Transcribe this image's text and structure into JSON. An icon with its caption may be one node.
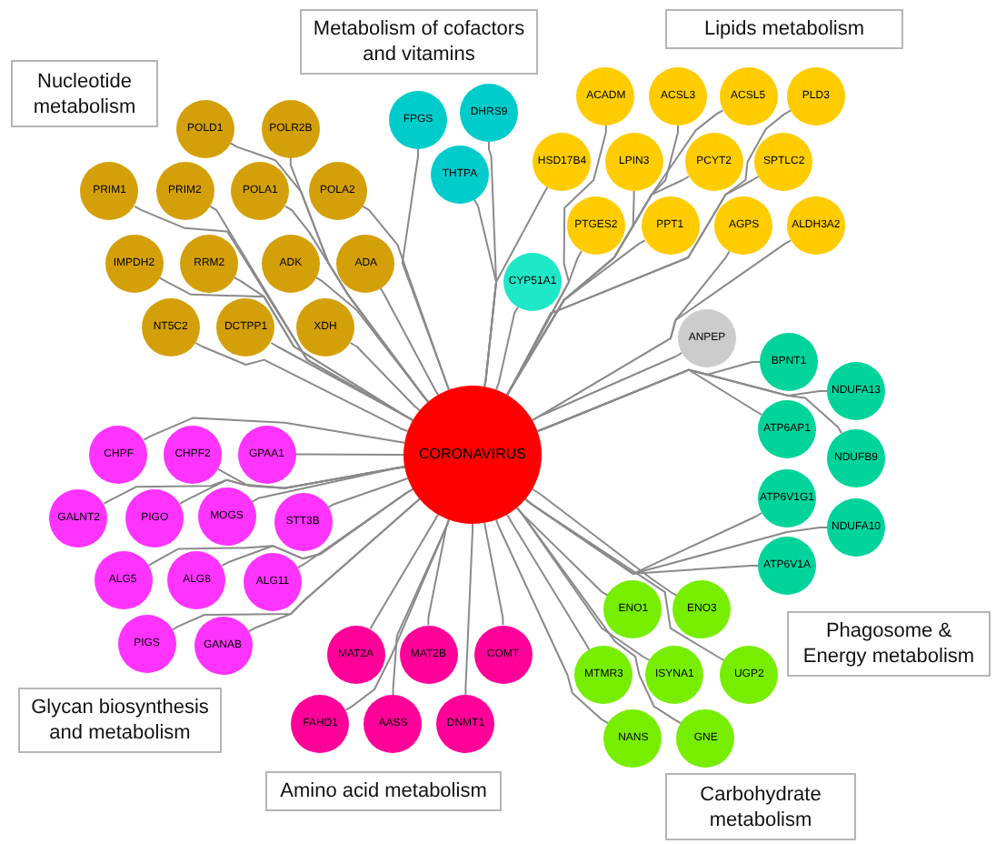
{
  "diagram": {
    "nodes": [
      {
        "text": [
          "CORONAVIRUS"
        ]
      },
      {
        "text": [
          "Nucleotide metabolism"
        ]
      },
      {
        "text": [
          "POLD1"
        ]
      },
      {
        "text": [
          "POLR2B"
        ]
      },
      {
        "text": [
          "PRIM1"
        ]
      },
      {
        "text": [
          "PRIM2"
        ]
      },
      {
        "text": [
          "POLA1"
        ]
      },
      {
        "text": [
          "POLA2"
        ]
      },
      {
        "text": [
          "IMPDH2"
        ]
      },
      {
        "text": [
          "RRM2"
        ]
      },
      {
        "text": [
          "ADK"
        ]
      },
      {
        "text": [
          "ADA"
        ]
      },
      {
        "text": [
          "NT5C2"
        ]
      },
      {
        "text": [
          "DCTPP1"
        ]
      },
      {
        "text": [
          "XDH"
        ]
      },
      {
        "text": [
          "Metabolism of cofactors and vitamins"
        ]
      },
      {
        "text": [
          "FPGS"
        ]
      },
      {
        "text": [
          "DHRS9"
        ]
      },
      {
        "text": [
          "THTPA"
        ]
      },
      {
        "text": [
          "Lipids metabolism"
        ]
      },
      {
        "text": [
          "ACADM"
        ]
      },
      {
        "text": [
          "ACSL3"
        ]
      },
      {
        "text": [
          "ACSL5"
        ]
      },
      {
        "text": [
          "PLD3"
        ]
      },
      {
        "text": [
          "HSD17B4"
        ]
      },
      {
        "text": [
          "LPIN3"
        ]
      },
      {
        "text": [
          "PCYT2"
        ]
      },
      {
        "text": [
          "SPTLC2"
        ]
      },
      {
        "text": [
          "PTGES2"
        ]
      },
      {
        "text": [
          "PPT1"
        ]
      },
      {
        "text": [
          "AGPS"
        ]
      },
      {
        "text": [
          "ALDH3A2"
        ]
      },
      {
        "text": [
          "CYP51A1"
        ]
      },
      {
        "text": [
          "ANPEP"
        ]
      },
      {
        "text": [
          "BPNT1"
        ]
      },
      {
        "text": [
          "NDUFA13"
        ]
      },
      {
        "text": [
          "ATP6AP1"
        ]
      },
      {
        "text": [
          "NDUFB9"
        ]
      },
      {
        "text": [
          "ATP6V1G1"
        ]
      },
      {
        "text": [
          "NDUFA10"
        ]
      },
      {
        "text": [
          "ATP6V1A"
        ]
      },
      {
        "text": [
          "Phagosome & Energy metabolism"
        ]
      },
      {
        "text": [
          "CHPF"
        ]
      },
      {
        "text": [
          "CHPF2"
        ]
      },
      {
        "text": [
          "GPAA1"
        ]
      },
      {
        "text": [
          "GALNT2"
        ]
      },
      {
        "text": [
          "PIGO"
        ]
      },
      {
        "text": [
          "MOGS"
        ]
      },
      {
        "text": [
          "STT3B"
        ]
      },
      {
        "text": [
          "ALG5"
        ]
      },
      {
        "text": [
          "ALG8"
        ]
      },
      {
        "text": [
          "ALG11"
        ]
      },
      {
        "text": [
          "PIGS"
        ]
      },
      {
        "text": [
          "GANAB"
        ]
      },
      {
        "text": [
          "Glycan biosynthesis and metabolism"
        ]
      },
      {
        "text": [
          "MAT2A"
        ]
      },
      {
        "text": [
          "MAT2B"
        ]
      },
      {
        "text": [
          "COMT"
        ]
      },
      {
        "text": [
          "FAHD1"
        ]
      },
      {
        "text": [
          "AASS"
        ]
      },
      {
        "text": [
          "DNMT1"
        ]
      },
      {
        "text": [
          "Amino acid metabolism"
        ]
      },
      {
        "text": [
          "ENO1"
        ]
      },
      {
        "text": [
          "ENO3"
        ]
      },
      {
        "text": [
          "MTMR3"
        ]
      },
      {
        "text": [
          "ISYNA1"
        ]
      },
      {
        "text": [
          "UGP2"
        ]
      },
      {
        "text": [
          "NANS"
        ]
      },
      {
        "text": [
          "GNE"
        ]
      },
      {
        "text": [
          "Carbohydrate metabolism"
        ]
      }
    ],
    "edges": [
      {
        "from": 0,
        "to": 2,
        "arrow": "none"
      },
      {
        "from": 0,
        "to": 3,
        "arrow": "none"
      },
      {
        "from": 0,
        "to": 4,
        "arrow": "none"
      },
      {
        "from": 0,
        "to": 5,
        "arrow": "none"
      },
      {
        "from": 0,
        "to": 6,
        "arrow": "none"
      },
      {
        "from": 0,
        "to": 7,
        "arrow": "none"
      },
      {
        "from": 0,
        "to": 8,
        "arrow": "none"
      },
      {
        "from": 0,
        "to": 9,
        "arrow": "none"
      },
      {
        "from": 0,
        "to": 10,
        "arrow": "none"
      },
      {
        "from": 0,
        "to": 11,
        "arrow": "none"
      },
      {
        "from": 0,
        "to": 12,
        "arrow": "none"
      },
      {
        "from": 0,
        "to": 13,
        "arrow": "none"
      },
      {
        "from": 0,
        "to": 14,
        "arrow": "none"
      },
      {
        "from": 0,
        "to": 16,
        "arrow": "none"
      },
      {
        "from": 0,
        "to": 17,
        "arrow": "none"
      },
      {
        "from": 0,
        "to": 18,
        "arrow": "none"
      },
      {
        "from": 0,
        "to": 20,
        "arrow": "none"
      },
      {
        "from": 0,
        "to": 21,
        "arrow": "none"
      },
      {
        "from": 0,
        "to": 22,
        "arrow": "none"
      },
      {
        "from": 0,
        "to": 23,
        "arrow": "none"
      },
      {
        "from": 0,
        "to": 24,
        "arrow": "none"
      },
      {
        "from": 0,
        "to": 25,
        "arrow": "none"
      },
      {
        "from": 0,
        "to": 26,
        "arrow": "none"
      },
      {
        "from": 0,
        "to": 27,
        "arrow": "none"
      },
      {
        "from": 0,
        "to": 28,
        "arrow": "none"
      },
      {
        "from": 0,
        "to": 29,
        "arrow": "none"
      },
      {
        "from": 0,
        "to": 30,
        "arrow": "none"
      },
      {
        "from": 0,
        "to": 31,
        "arrow": "none"
      },
      {
        "from": 0,
        "to": 32,
        "arrow": "none"
      },
      {
        "from": 0,
        "to": 33,
        "arrow": "none"
      },
      {
        "from": 0,
        "to": 34,
        "arrow": "none"
      },
      {
        "from": 0,
        "to": 35,
        "arrow": "none"
      },
      {
        "from": 0,
        "to": 36,
        "arrow": "none"
      },
      {
        "from": 0,
        "to": 37,
        "arrow": "none"
      },
      {
        "from": 0,
        "to": 38,
        "arrow": "none"
      },
      {
        "from": 0,
        "to": 39,
        "arrow": "none"
      },
      {
        "from": 0,
        "to": 40,
        "arrow": "none"
      },
      {
        "from": 0,
        "to": 42,
        "arrow": "none"
      },
      {
        "from": 0,
        "to": 43,
        "arrow": "none"
      },
      {
        "from": 0,
        "to": 44,
        "arrow": "none"
      },
      {
        "from": 0,
        "to": 45,
        "arrow": "none"
      },
      {
        "from": 0,
        "to": 46,
        "arrow": "none"
      },
      {
        "from": 0,
        "to": 47,
        "arrow": "none"
      },
      {
        "from": 0,
        "to": 48,
        "arrow": "none"
      },
      {
        "from": 0,
        "to": 49,
        "arrow": "none"
      },
      {
        "from": 0,
        "to": 50,
        "arrow": "none"
      },
      {
        "from": 0,
        "to": 51,
        "arrow": "none"
      },
      {
        "from": 0,
        "to": 52,
        "arrow": "none"
      },
      {
        "from": 0,
        "to": 53,
        "arrow": "none"
      },
      {
        "from": 0,
        "to": 55,
        "arrow": "none"
      },
      {
        "from": 0,
        "to": 56,
        "arrow": "none"
      },
      {
        "from": 0,
        "to": 57,
        "arrow": "none"
      },
      {
        "from": 0,
        "to": 58,
        "arrow": "none"
      },
      {
        "from": 0,
        "to": 59,
        "arrow": "none"
      },
      {
        "from": 0,
        "to": 60,
        "arrow": "none"
      },
      {
        "from": 0,
        "to": 62,
        "arrow": "none"
      },
      {
        "from": 0,
        "to": 63,
        "arrow": "none"
      },
      {
        "from": 0,
        "to": 64,
        "arrow": "none"
      },
      {
        "from": 0,
        "to": 65,
        "arrow": "none"
      },
      {
        "from": 0,
        "to": 66,
        "arrow": "none"
      },
      {
        "from": 0,
        "to": 67,
        "arrow": "none"
      },
      {
        "from": 0,
        "to": 68,
        "arrow": "none"
      }
    ]
  }
}
